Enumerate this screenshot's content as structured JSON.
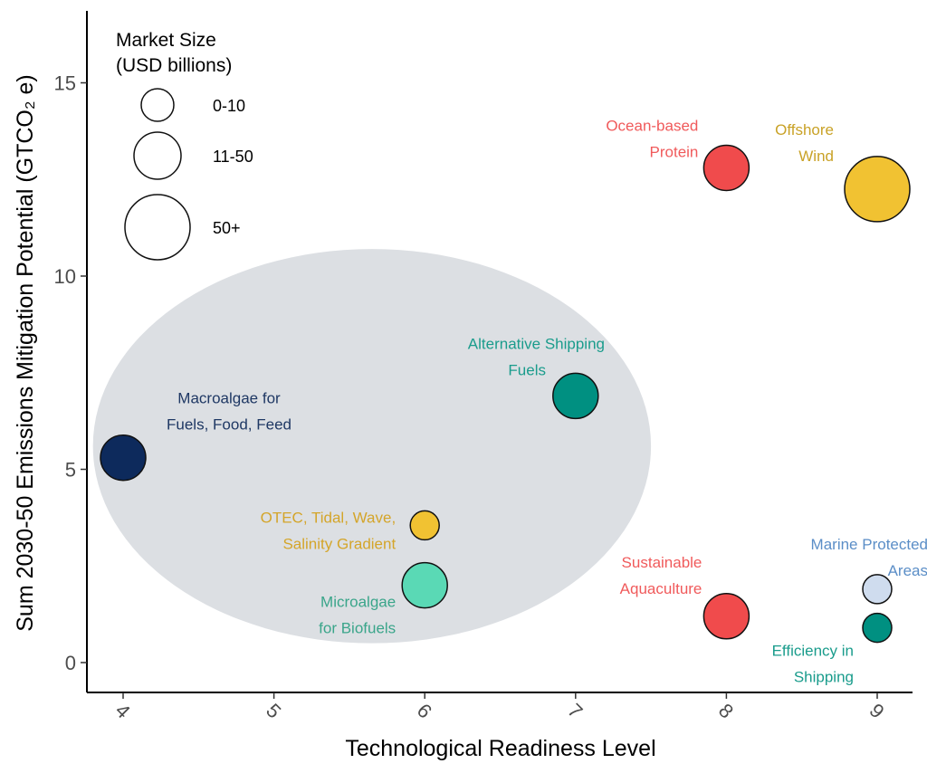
{
  "chart_data": {
    "type": "scatter",
    "subtype": "bubble",
    "xlabel": "Technological Readiness Level",
    "ylabel": "Sum 2030-50 Emissions Mitigation Potential (GTCO₂ e)",
    "xlim": [
      3.75,
      9.25
    ],
    "ylim": [
      -0.8,
      16.8
    ],
    "x_ticks": [
      "4",
      "5",
      "6",
      "7",
      "8",
      "9"
    ],
    "y_ticks": [
      "0",
      "5",
      "10",
      "15"
    ],
    "grid": false,
    "x_tick_rotation": "rotated",
    "legend": {
      "placement": "top-left",
      "title_line1": "Market Size",
      "title_line2": "(USD billions)",
      "entries": [
        {
          "label": "0-10",
          "size": "small"
        },
        {
          "label": "11-50",
          "size": "medium"
        },
        {
          "label": "50+",
          "size": "large"
        }
      ]
    },
    "highlight_region": {
      "shape": "ellipse",
      "x_range": [
        3.8,
        7.5
      ],
      "y_range": [
        0.5,
        10.7
      ],
      "color": "#dcdfe3"
    },
    "points": [
      {
        "label_line1": "Macroalgae for",
        "label_line2": "Fuels, Food, Feed",
        "x": 4,
        "y": 5.3,
        "size": "medium",
        "color": "#0d2a5c",
        "label_color": "#1f3864"
      },
      {
        "label_line1": "OTEC, Tidal, Wave,",
        "label_line2": "Salinity Gradient",
        "x": 6,
        "y": 3.55,
        "size": "small",
        "color": "#f1c232",
        "label_color": "#d4a52a"
      },
      {
        "label_line1": "Microalgae",
        "label_line2": "for Biofuels",
        "x": 6,
        "y": 2.0,
        "size": "medium",
        "color": "#5ad9b5",
        "label_color": "#3aa58a"
      },
      {
        "label_line1": "Alternative Shipping",
        "label_line2": "Fuels",
        "x": 7,
        "y": 6.9,
        "size": "medium",
        "color": "#009081",
        "label_color": "#1a9c8c"
      },
      {
        "label_line1": "Ocean-based",
        "label_line2": "Protein",
        "x": 8,
        "y": 12.8,
        "size": "medium",
        "color": "#f04b4c",
        "label_color": "#f05a5b"
      },
      {
        "label_line1": "Sustainable",
        "label_line2": "Aquaculture",
        "x": 8,
        "y": 1.2,
        "size": "medium",
        "color": "#f04b4c",
        "label_color": "#f05a5b"
      },
      {
        "label_line1": "Offshore",
        "label_line2": "Wind",
        "x": 9,
        "y": 12.25,
        "size": "large",
        "color": "#f1c232",
        "label_color": "#c9a227"
      },
      {
        "label_line1": "Marine Protected",
        "label_line2": "Areas",
        "x": 9,
        "y": 1.9,
        "size": "small",
        "color": "#cfdcee",
        "label_color": "#5b8ec7"
      },
      {
        "label_line1": "Efficiency in",
        "label_line2": "Shipping",
        "x": 9,
        "y": 0.9,
        "size": "small",
        "color": "#009081",
        "label_color": "#1a9c8c"
      }
    ]
  }
}
